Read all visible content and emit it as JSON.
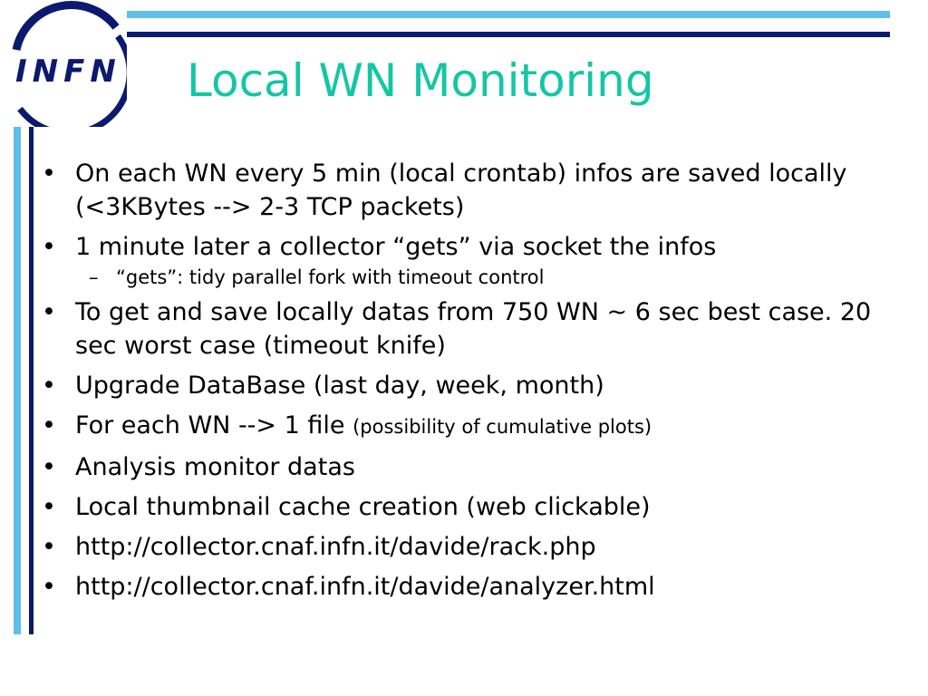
{
  "logo": {
    "text": "INFN",
    "colors": {
      "arc": "#0b1a6e",
      "letters": "#0b1a6e",
      "accent": "#5fbfea"
    }
  },
  "title": "Local WN Monitoring",
  "colors": {
    "title": "#14c6a5",
    "bar_light": "#5fbfea",
    "bar_dark": "#0b1a6e",
    "text": "#000000"
  },
  "bullet_marker": "•",
  "sub_marker": "–",
  "bullets": [
    {
      "text": "On each WN every 5 min (local crontab) infos are saved locally (<3KBytes --> 2-3 TCP packets)"
    },
    {
      "text": "1 minute later a collector “gets” via socket the infos"
    },
    {
      "text": "“gets”: tidy parallel fork with timeout control"
    },
    {
      "text": "To get and save locally datas from 750 WN ~ 6 sec best case. 20 sec worst case (timeout knife)"
    },
    {
      "text": "Upgrade DataBase (last day, week, month)"
    },
    {
      "text": "For each WN --> 1 file",
      "note": "(possibility of cumulative plots)"
    },
    {
      "text": "Analysis monitor datas"
    },
    {
      "text": "Local thumbnail cache creation (web clickable)"
    },
    {
      "text": "http://collector.cnaf.infn.it/davide/rack.php"
    },
    {
      "text": "http://collector.cnaf.infn.it/davide/analyzer.html"
    }
  ]
}
